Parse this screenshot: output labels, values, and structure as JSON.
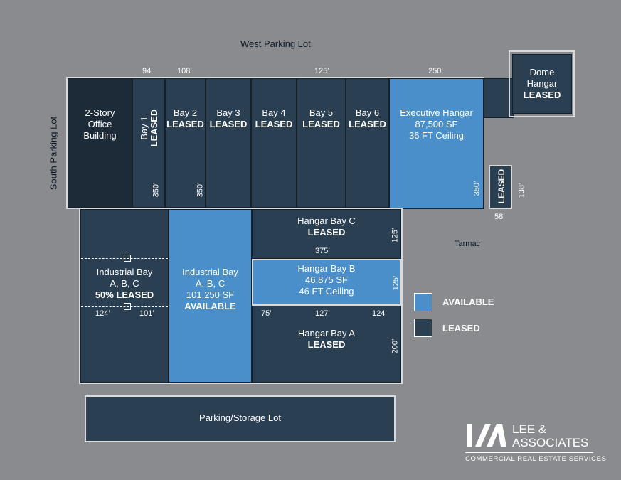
{
  "site": {
    "west_lot": "West Parking Lot",
    "south_lot": "South Parking Lot",
    "tarmac": "Tarmac",
    "parking_storage": "Parking/Storage Lot"
  },
  "top_dims": {
    "d94": "94’",
    "d108": "108’",
    "d125": "125’",
    "d250": "250’"
  },
  "building": {
    "office": [
      "2-Story",
      "Office",
      "Building"
    ],
    "bay1": {
      "label": "Bay 1",
      "status": "LEASED",
      "dim": "350’"
    },
    "bay2": {
      "label": "Bay 2",
      "status": "LEASED",
      "dim": "350’"
    },
    "bay3": {
      "label": "Bay 3",
      "status": "LEASED"
    },
    "bay4": {
      "label": "Bay 4",
      "status": "LEASED"
    },
    "bay5": {
      "label": "Bay 5",
      "status": "LEASED"
    },
    "bay6": {
      "label": "Bay 6",
      "status": "LEASED"
    },
    "exec": {
      "label": "Executive Hangar",
      "size": "87,500 SF",
      "ceiling": "36 FT Ceiling",
      "dim": "350’"
    },
    "dome": {
      "label1": "Dome",
      "label2": "Hangar",
      "status": "LEASED"
    },
    "small": {
      "status": "LEASED",
      "dim_h": "138’",
      "dim_w": "58’"
    }
  },
  "industrial_left": {
    "l1": "Industrial Bay",
    "l2": "A, B, C",
    "status": "50% LEASED",
    "d124": "124’",
    "d101": "101’"
  },
  "industrial_right": {
    "l1": "Industrial Bay",
    "l2": "A, B, C",
    "size": "101,250 SF",
    "status": "AVAILABLE"
  },
  "hangar_c": {
    "label": "Hangar Bay C",
    "status": "LEASED",
    "dim": "125’",
    "dim_w": "375’"
  },
  "hangar_b": {
    "label": "Hangar Bay B",
    "size": "46,875 SF",
    "ceiling": "46 FT Ceiling",
    "dim": "125’"
  },
  "hangar_a": {
    "label": "Hangar Bay A",
    "status": "LEASED",
    "dim": "200’",
    "d75": "75’",
    "d127": "127’",
    "d124": "124’"
  },
  "legend": {
    "available": "AVAILABLE",
    "leased": "LEASED",
    "available_color": "#4b8fca",
    "leased_color": "#2b3f52"
  },
  "logo": {
    "name1": "LEE &",
    "name2": "ASSOCIATES",
    "tagline": "COMMERCIAL REAL ESTATE SERVICES"
  }
}
